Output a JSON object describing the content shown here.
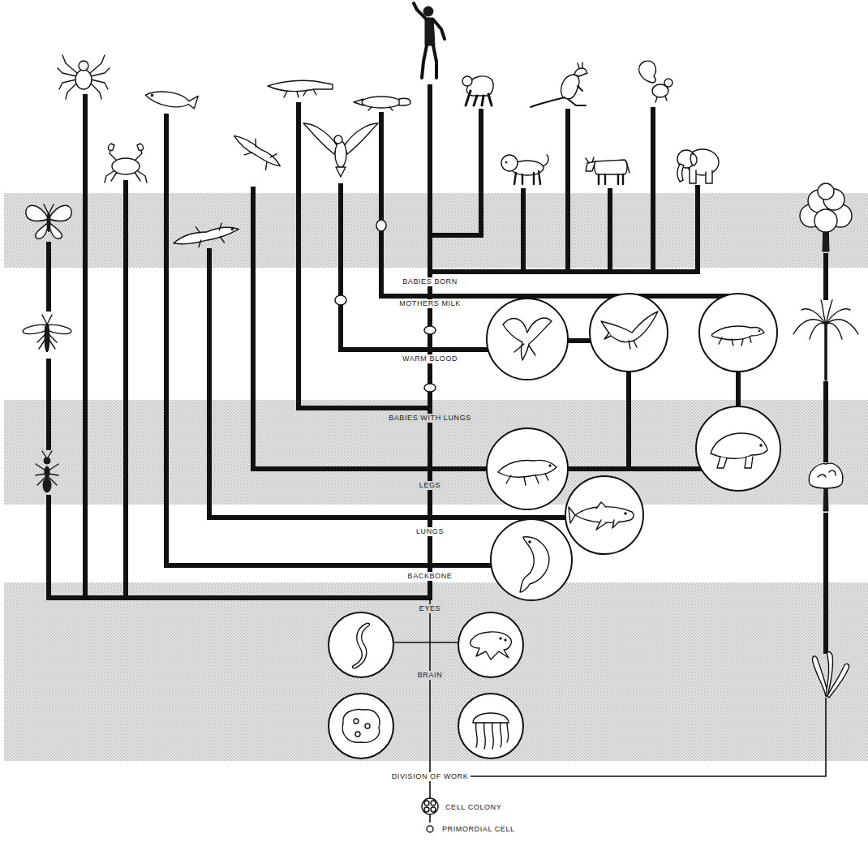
{
  "diagram": {
    "labels": [
      "BABIES BORN",
      "MOTHERS MILK",
      "WARM BLOOD",
      "BABIES WITH LUNGS",
      "LEGS",
      "LUNGS",
      "BACKBONE",
      "EYES",
      "BRAIN",
      "DIVISION OF WORK",
      "CELL COLONY",
      "PRIMORDIAL CELL"
    ]
  }
}
